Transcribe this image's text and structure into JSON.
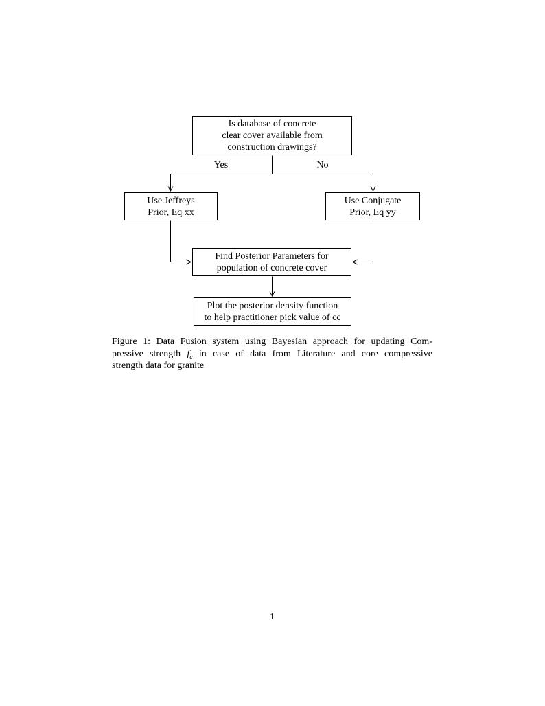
{
  "page": {
    "background": "#ffffff",
    "ink": "#000000",
    "number": "1"
  },
  "flowchart": {
    "nodes": {
      "question": {
        "label": "Is database of concrete\nclear cover available from\nconstruction drawings?"
      },
      "jeffreys": {
        "label": "Use Jeffreys\nPrior, Eq xx"
      },
      "conjugate": {
        "label": "Use Conjugate\nPrior, Eq yy"
      },
      "posterior": {
        "label": "Find Posterior Parameters for\npopulation of concrete cover"
      },
      "plot": {
        "label": "Plot the posterior density function\nto help practitioner pick value of cc"
      }
    },
    "edge_labels": {
      "yes": "Yes",
      "no": "No"
    }
  },
  "caption": {
    "line1": "Figure 1: Data Fusion system using Bayesian approach for updating Com-",
    "line2_before_math": "pressive strength",
    "math_symbol": "f",
    "math_subscript": "c",
    "line2_after_math": "in case of data from Literature and core compressive",
    "line3": "strength data for granite"
  }
}
